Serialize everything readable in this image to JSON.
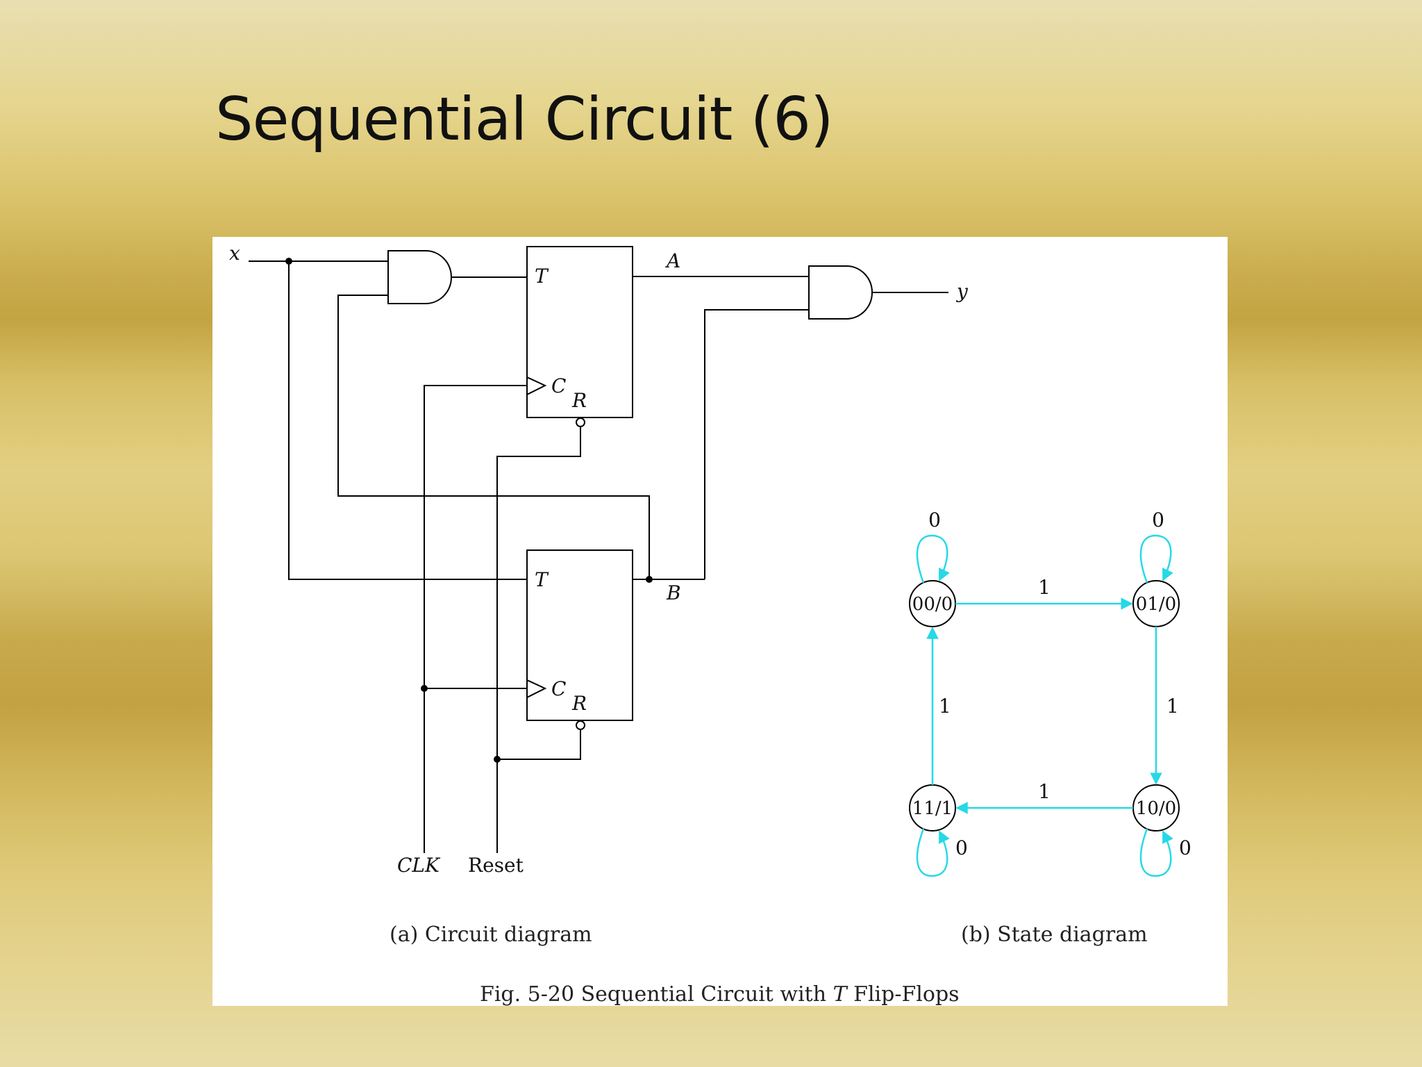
{
  "slide": {
    "title": "Sequential Circuit (6)"
  },
  "circuit": {
    "input_x": "x",
    "output_y": "y",
    "signal_a": "A",
    "signal_b": "B",
    "ff_t": "T",
    "ff_c": "C",
    "ff_r": "R",
    "clk": "CLK",
    "reset": "Reset",
    "caption": "(a) Circuit diagram"
  },
  "state_diagram": {
    "caption": "(b) State diagram",
    "states": [
      "00/0",
      "01/0",
      "10/0",
      "11/1"
    ],
    "labels": {
      "self_00": "0",
      "self_01": "0",
      "self_10": "0",
      "self_11": "0",
      "t_00_01": "1",
      "t_01_10": "1",
      "t_10_11": "1",
      "t_11_00": "1"
    },
    "arrow_color": "#26d9e6"
  },
  "figure_caption": {
    "prefix": "Fig. 5-20  Sequential Circuit with ",
    "italic": "T",
    "suffix": " Flip-Flops"
  }
}
